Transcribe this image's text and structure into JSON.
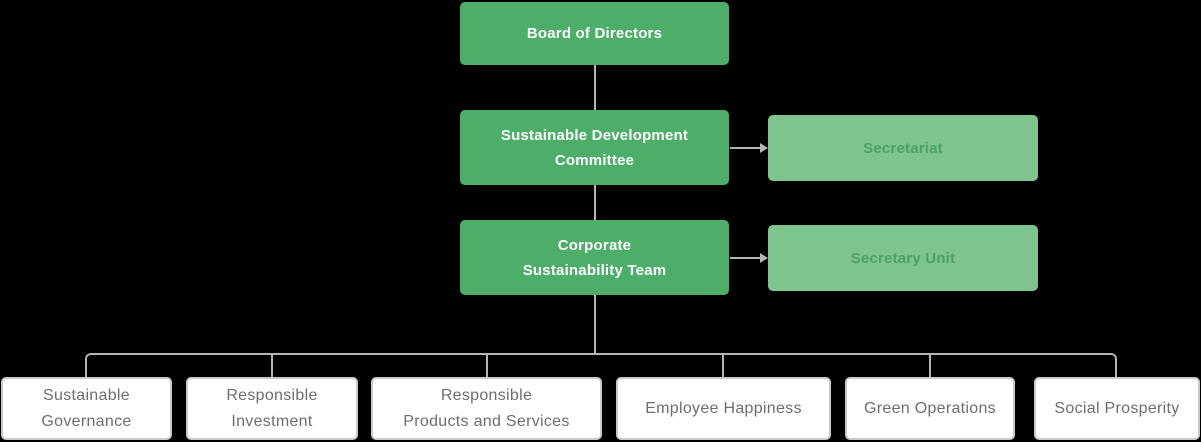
{
  "colors": {
    "background": "#000000",
    "green": "#4cae68",
    "green_light": "#7ec48f",
    "green_light_text": "#4ea169",
    "leaf_bg": "#ffffff",
    "leaf_border": "#c9c9c9",
    "leaf_text": "#6e6e6e",
    "node_text": "#ffffff",
    "line": "#b5b5b5"
  },
  "chart": {
    "type": "org-chart",
    "board": {
      "label": "Board of Directors"
    },
    "committee": {
      "label": "Sustainable Development\nCommittee"
    },
    "secretariat": {
      "label": "Secretariat"
    },
    "team": {
      "label": "Corporate\nSustainability Team"
    },
    "secretary_unit": {
      "label": "Secretary Unit"
    },
    "leaves": [
      {
        "label": "Sustainable\nGovernance"
      },
      {
        "label": "Responsible\nInvestment"
      },
      {
        "label": "Responsible\nProducts and Services"
      },
      {
        "label": "Employee Happiness"
      },
      {
        "label": "Green Operations"
      },
      {
        "label": "Social Prosperity"
      }
    ]
  }
}
